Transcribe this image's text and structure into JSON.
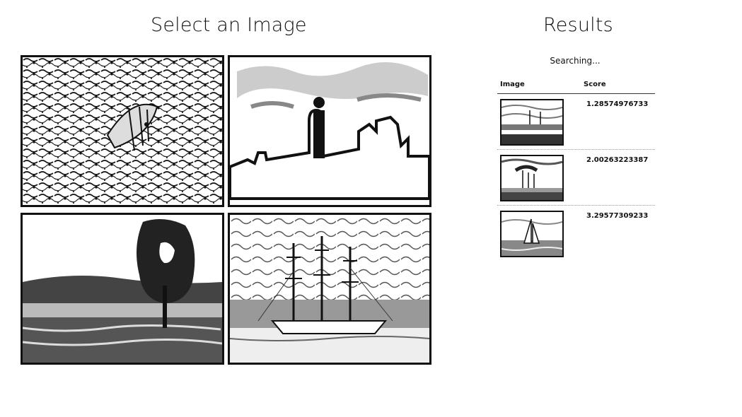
{
  "gallery": {
    "title": "Select an Image",
    "images": [
      {
        "name": "fish-image"
      },
      {
        "name": "person-on-rocks-image"
      },
      {
        "name": "lake-tree-image"
      },
      {
        "name": "tall-ship-image"
      }
    ]
  },
  "results": {
    "title": "Results",
    "status": "Searching...",
    "columns": [
      "Image",
      "Score"
    ],
    "rows": [
      {
        "score": "1.28574976733",
        "thumb": "harbor-thumb"
      },
      {
        "score": "2.00263223387",
        "thumb": "sailboats-thumb"
      },
      {
        "score": "3.29577309233",
        "thumb": "sailboat-thumb"
      }
    ]
  },
  "colors": {
    "ink": "#111111",
    "background": "#ffffff"
  }
}
